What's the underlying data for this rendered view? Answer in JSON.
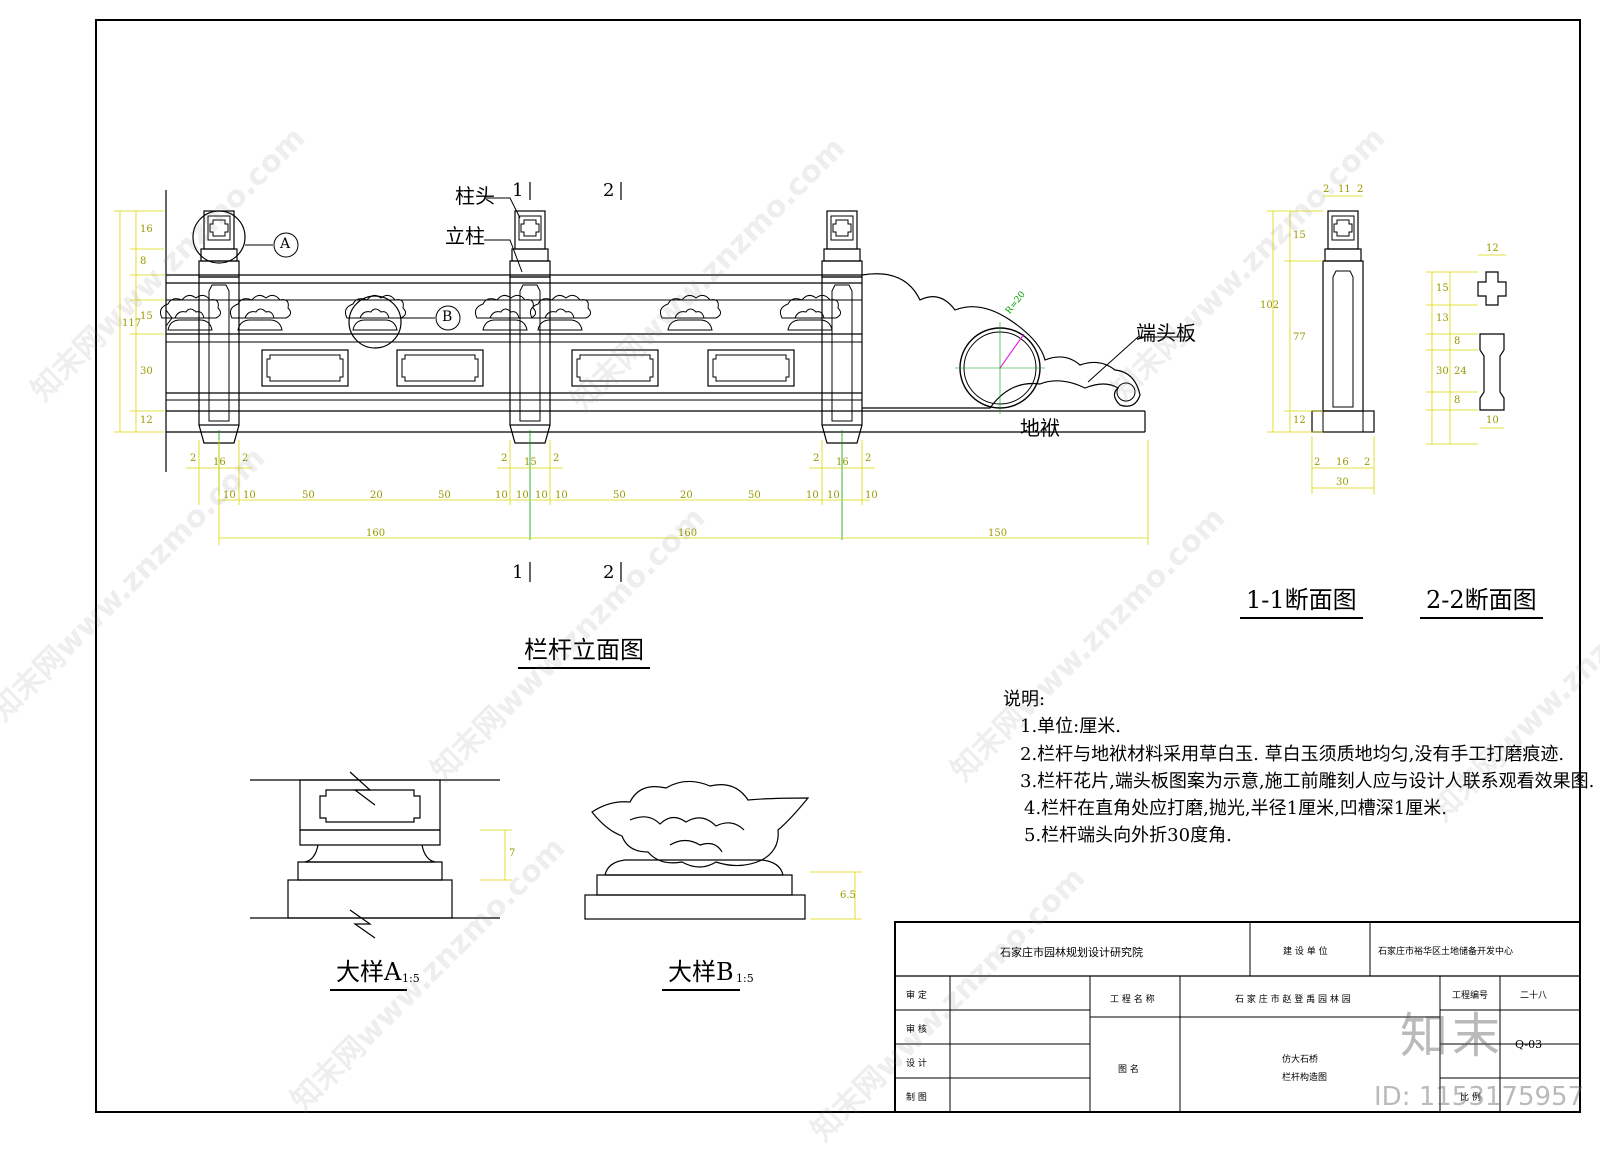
{
  "elevation": {
    "title": "栏杆立面图",
    "labels": {
      "post_head": "柱头",
      "post": "立柱",
      "end_board": "端头板",
      "sill": "地袱"
    },
    "callouts": {
      "a": "A",
      "b": "B"
    },
    "cut_marks": [
      "1",
      "2"
    ],
    "radius_label": "R=20",
    "dims": {
      "left_vertical": [
        "16",
        "8",
        "15",
        "30",
        "12"
      ],
      "left_total": "117",
      "post_widths": [
        "2",
        "16",
        "2",
        "2",
        "15",
        "2",
        "2",
        "16",
        "2"
      ],
      "row1": [
        "10",
        "10",
        "50",
        "20",
        "50",
        "10",
        "10",
        "10",
        "10",
        "50",
        "20",
        "50",
        "10",
        "10",
        "10"
      ],
      "row2": [
        "160",
        "160",
        "150"
      ]
    }
  },
  "section11": {
    "title": "1-1断面图",
    "dims_top": [
      "2",
      "11",
      "2"
    ],
    "dims_vertical": [
      "15",
      "77",
      "12"
    ],
    "dims_total": "102",
    "dims_bottom": [
      "2",
      "16",
      "2"
    ],
    "dims_base": "30"
  },
  "section22": {
    "title": "2-2断面图",
    "dims_top": "12",
    "dims_vertical": [
      "15",
      "13",
      "8",
      "24",
      "8",
      "30"
    ],
    "dims_bottom": "10"
  },
  "details": {
    "a": {
      "title": "大样A",
      "scale": "1:5",
      "dim": "7"
    },
    "b": {
      "title": "大样B",
      "scale": "1:5",
      "dim": "6.5"
    }
  },
  "notes": {
    "heading": "说明:",
    "items": [
      "1.单位:厘米.",
      "2.栏杆与地袱材料采用草白玉. 草白玉须质地均匀,没有手工打磨痕迹.",
      "3.栏杆花片,端头板图案为示意,施工前雕刻人应与设计人联系观看效果图.",
      "4.栏杆在直角处应打磨,抛光,半径1厘米,凹槽深1厘米.",
      "5.栏杆端头向外折30度角."
    ]
  },
  "title_block": {
    "institute": "石家庄市园林规划设计研究院",
    "client_label": "建 设 单 位",
    "client": "石家庄市裕华区土地储备开发中心",
    "project_label": "工 程 名 称",
    "project": "石 家 庄 市 赵 登 禹 园 林 园",
    "drawing_label": "图  名",
    "drawing_name": "仿大石桥",
    "drawing_sub": "栏杆构造图",
    "project_no_label": "工程编号",
    "project_no": "二十八",
    "drawing_no": "Q-03",
    "scale_label": "比  例",
    "roles": [
      "审  定",
      "审  核",
      "设  计",
      "制  图"
    ]
  },
  "watermark": {
    "text": "知末网www.znzmo.com",
    "logo": "知末",
    "id": "ID: 1153175957"
  },
  "colors": {
    "line": "#000000",
    "dim": "#d8d800",
    "dim_text": "#9a9a00",
    "center": "#00a000",
    "radius": "#e000e0"
  }
}
